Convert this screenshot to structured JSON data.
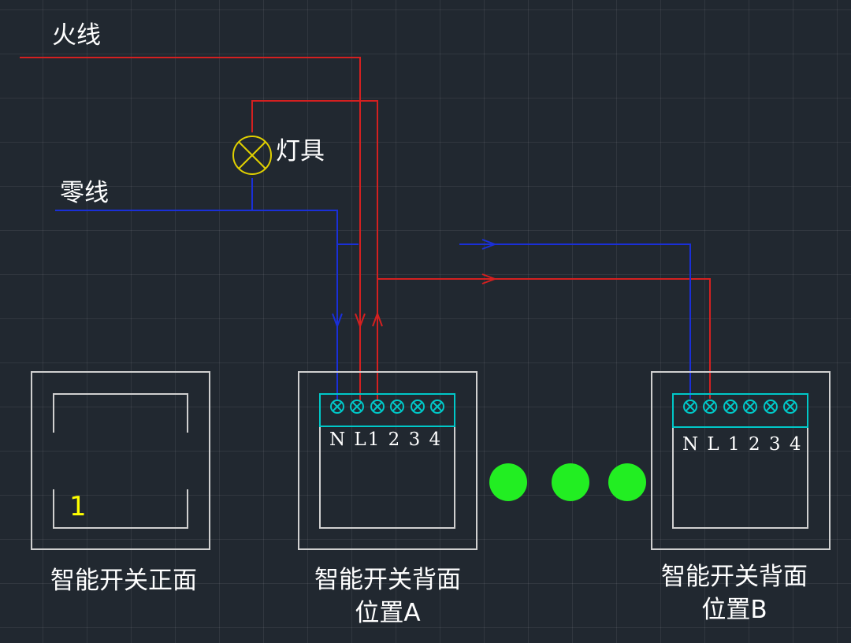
{
  "labels": {
    "live_wire": "火线",
    "neutral_wire": "零线",
    "lamp": "灯具",
    "front_title": "智能开关正面",
    "front_digit": "1",
    "back_a_line1": "智能开关背面",
    "back_a_line2": "位置A",
    "back_b_line1": "智能开关背面",
    "back_b_line2": "位置B",
    "terminals_a": "N L1 2 3 4",
    "terminals_b": "N L 1 2 3 4"
  },
  "colors": {
    "live": "#d42020",
    "neutral": "#1a2fd8",
    "lamp": "#e0d000",
    "terminal": "#00c8c8",
    "box": "#d0d0d0",
    "dot": "#22ee22",
    "digit": "#ffff00"
  },
  "icons": [
    "lamp-symbol-icon",
    "terminal-screw-icon",
    "arrow-down-icon",
    "arrow-up-icon",
    "arrow-right-icon"
  ]
}
